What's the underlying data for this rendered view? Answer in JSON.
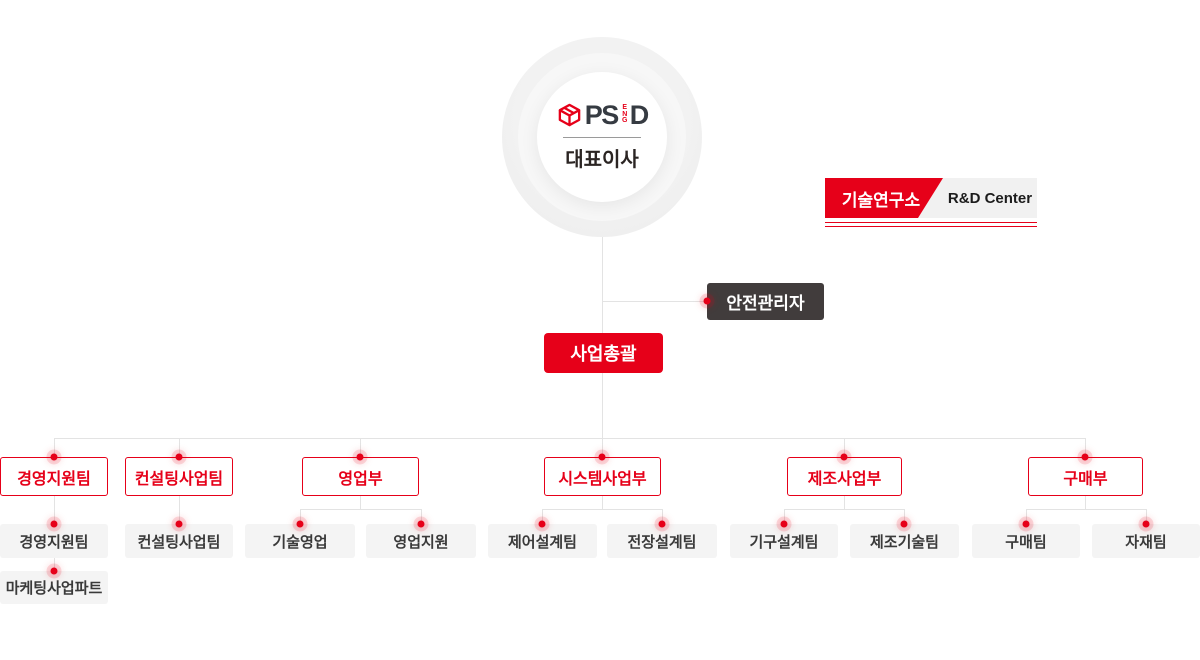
{
  "colors": {
    "accent": "#e60019",
    "dark_box": "#413c3c",
    "team_bg": "#f4f4f4",
    "connector_line": "#e3e3e3"
  },
  "icons": {
    "logo": "cube-icon"
  },
  "ceo": {
    "logo_ps": "PS",
    "logo_d": "D",
    "logo_sub": "ENG",
    "title": "대표이사"
  },
  "rnd": {
    "kr": "기술연구소",
    "en": "R&D Center"
  },
  "safety": {
    "label": "안전관리자"
  },
  "coo": {
    "label": "사업총괄"
  },
  "departments": [
    {
      "name": "경영지원팀",
      "teams": [
        "경영지원팀",
        "마케팅사업파트"
      ]
    },
    {
      "name": "컨설팅사업팀",
      "teams": [
        "컨설팅사업팀"
      ]
    },
    {
      "name": "영업부",
      "teams": [
        "기술영업",
        "영업지원"
      ]
    },
    {
      "name": "시스템사업부",
      "teams": [
        "제어설계팀",
        "전장설계팀"
      ]
    },
    {
      "name": "제조사업부",
      "teams": [
        "기구설계팀",
        "제조기술팀"
      ]
    },
    {
      "name": "구매부",
      "teams": [
        "구매팀",
        "자재팀"
      ]
    }
  ]
}
